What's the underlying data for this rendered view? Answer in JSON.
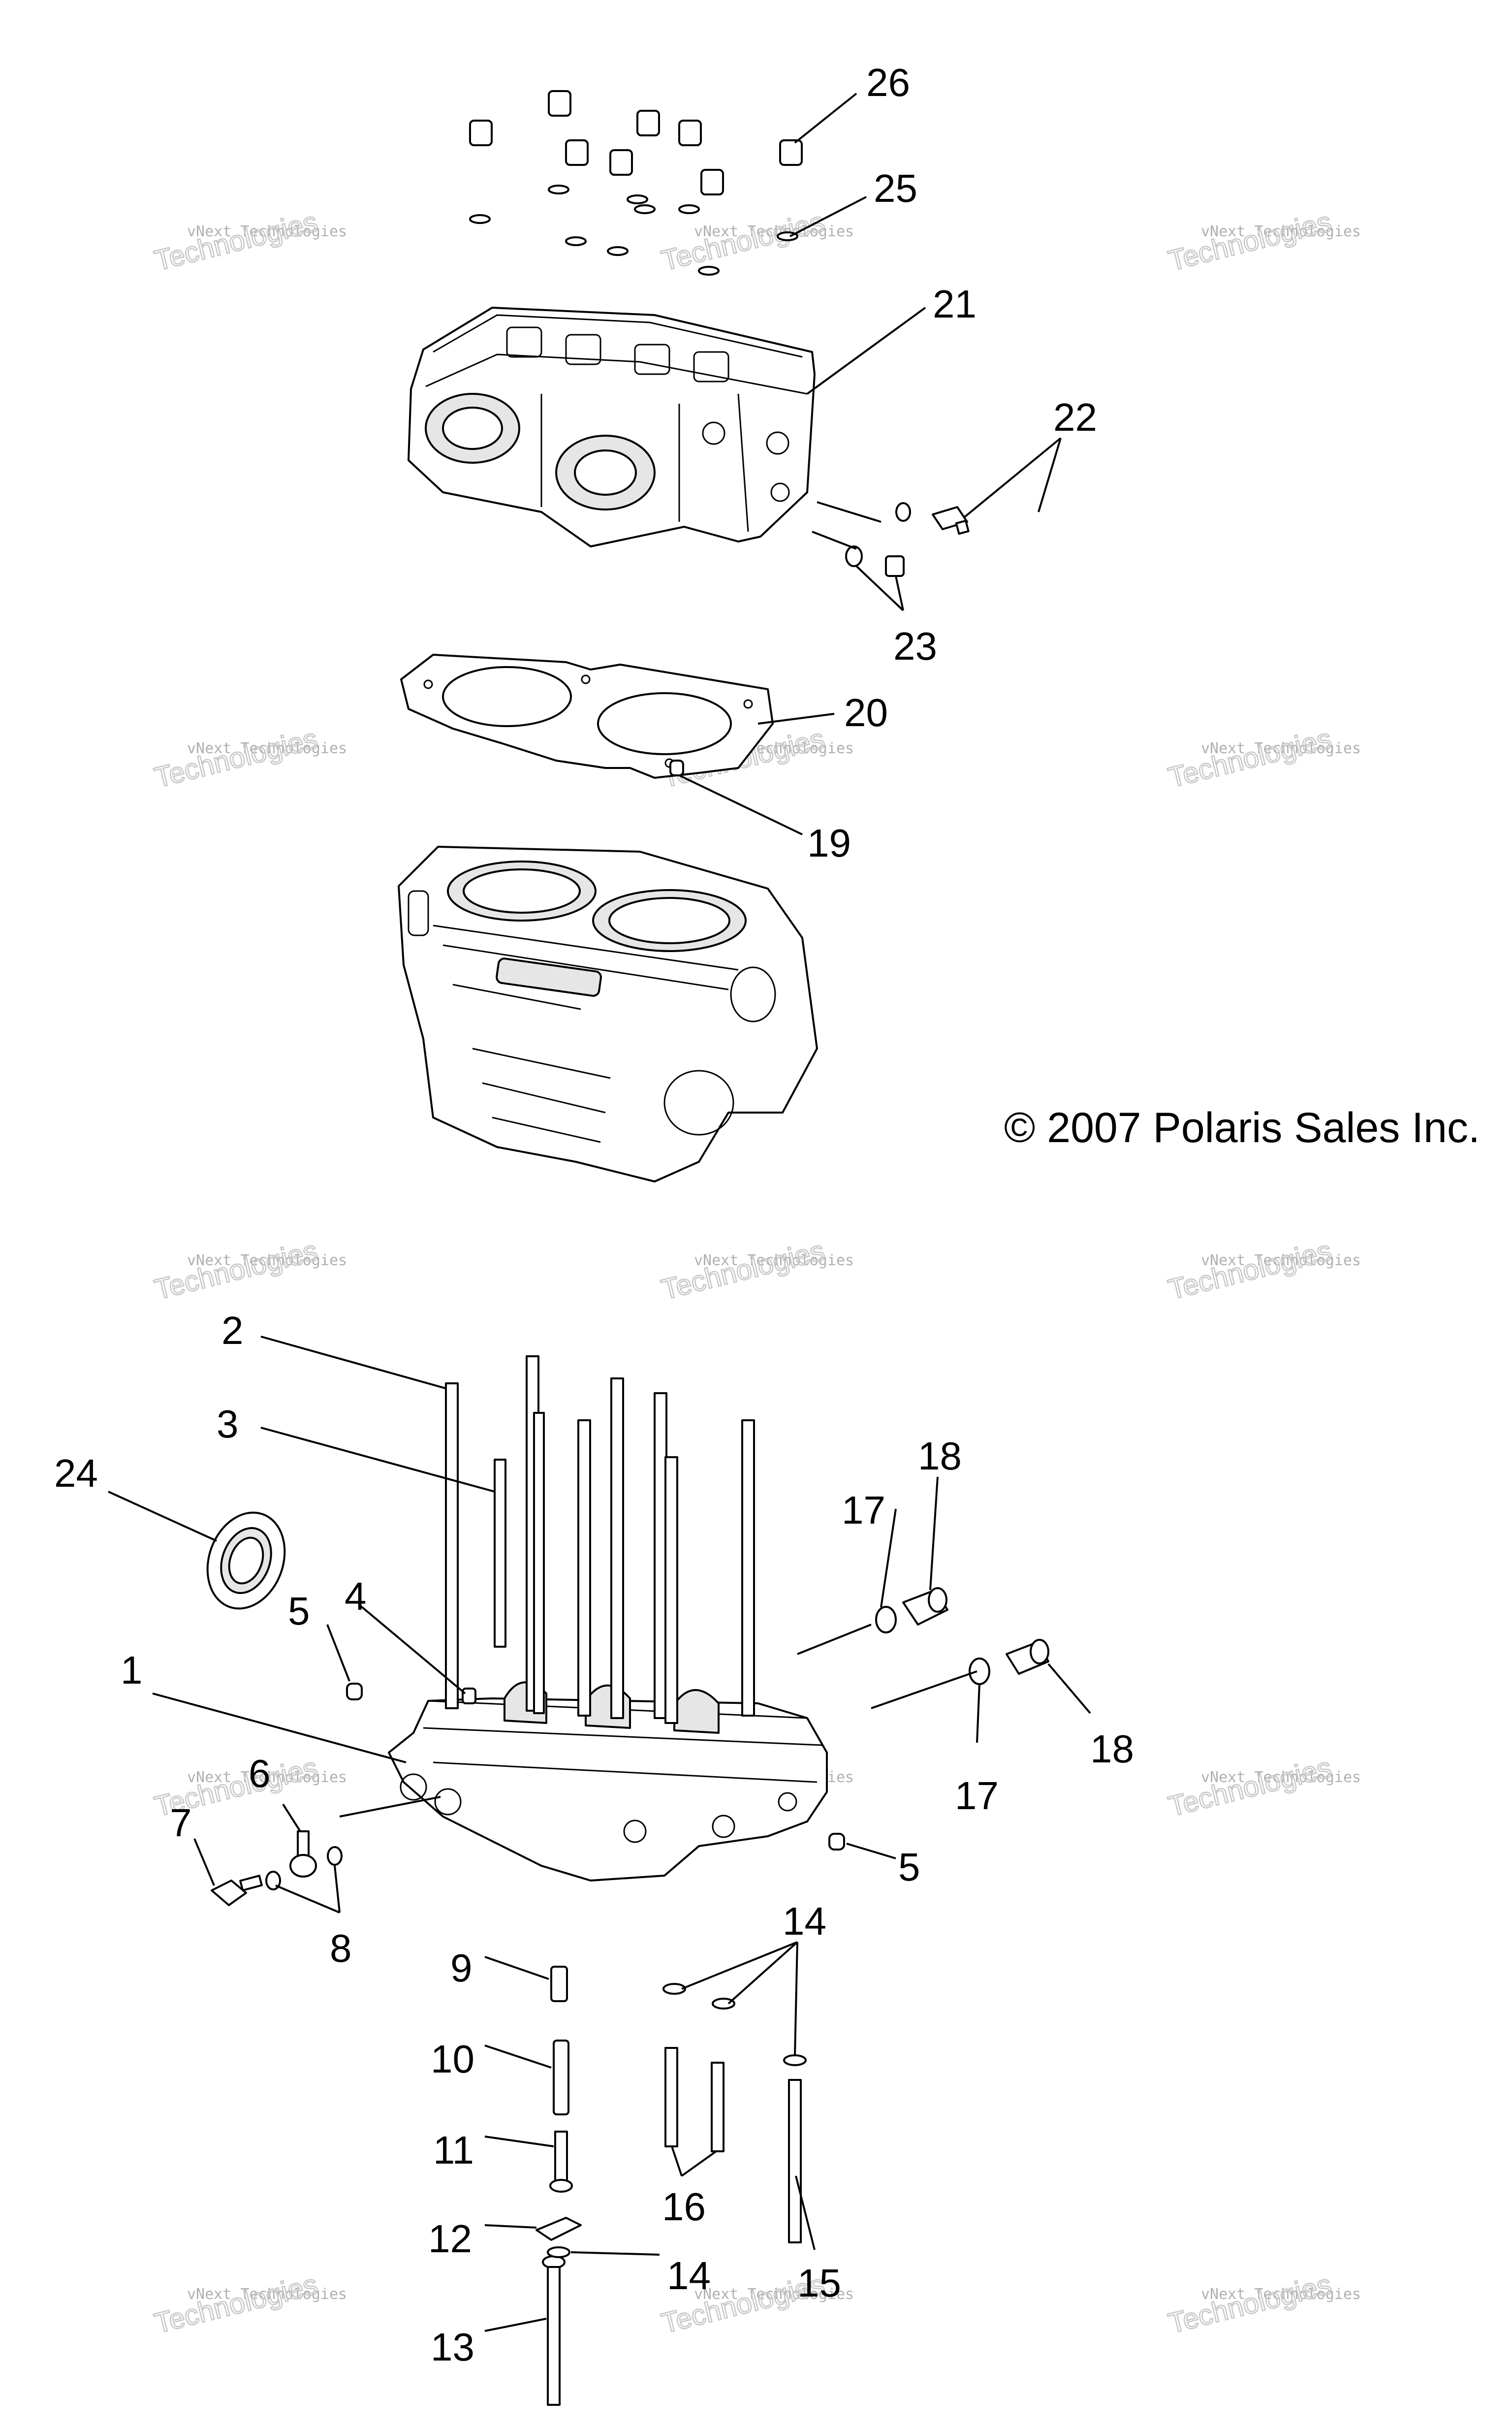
{
  "copyright": "© 2007 Polaris Sales Inc.",
  "watermark": {
    "line1": "vNext Technologies",
    "line2": "vNext Technologies"
  },
  "callouts": {
    "c1": "1",
    "c2": "2",
    "c3": "3",
    "c4": "4",
    "c5a": "5",
    "c5b": "5",
    "c6": "6",
    "c7": "7",
    "c8": "8",
    "c9": "9",
    "c10": "10",
    "c11": "11",
    "c12": "12",
    "c13": "13",
    "c14a": "14",
    "c14b": "14",
    "c15": "15",
    "c16": "16",
    "c17a": "17",
    "c17b": "17",
    "c18a": "18",
    "c18b": "18",
    "c19": "19",
    "c20": "20",
    "c21": "21",
    "c22": "22",
    "c23": "23",
    "c24": "24",
    "c25": "25",
    "c26": "26"
  }
}
